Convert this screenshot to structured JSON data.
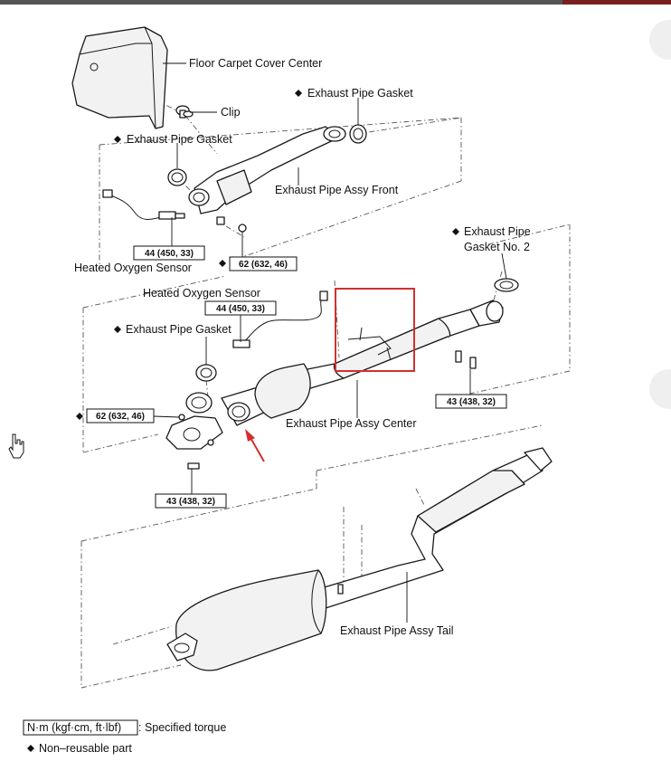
{
  "labels": {
    "floor_carpet": "Floor Carpet Cover Center",
    "clip": "Clip",
    "gasket_top_right": "Exhaust Pipe Gasket",
    "gasket_top_left": "Exhaust Pipe Gasket",
    "pipe_front": "Exhaust Pipe Assy Front",
    "ho2_sensor_front": "Heated Oxygen Sensor",
    "gasket_no2_line1": "Exhaust Pipe",
    "gasket_no2_line2": "Gasket No. 2",
    "ho2_sensor_center": "Heated Oxygen Sensor",
    "gasket_center": "Exhaust Pipe Gasket",
    "pipe_center": "Exhaust Pipe Assy Center",
    "pipe_tail": "Exhaust Pipe Assy Tail"
  },
  "torques": {
    "front_sensor": "44 (450, 33)",
    "front_nut": "62 (632, 46)",
    "center_sensor": "44 (450, 33)",
    "center_left_nut": "62 (632, 46)",
    "center_right_bolt": "43 (438, 32)",
    "center_bottom_bolt": "43 (438, 32)"
  },
  "legend": {
    "torque_box": "N·m (kgf·cm, ft·lbf)",
    "torque_text": ": Specified torque",
    "nonreusable": "Non–reusable part"
  },
  "colors": {
    "highlight": "#d32f2f",
    "arrow": "#d32f2f"
  }
}
